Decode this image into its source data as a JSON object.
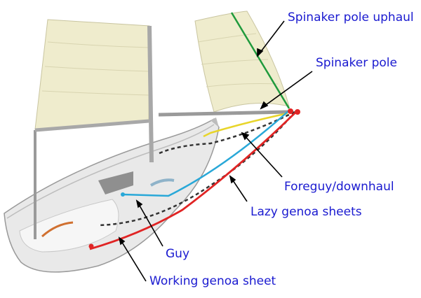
{
  "labels": {
    "uphaul": "Spinaker pole uphaul",
    "pole": "Spinaker pole",
    "foreguy": "Foreguy/downhaul",
    "lazy_sheets": "Lazy genoa sheets",
    "guy": "Guy",
    "working_sheet": "Working genoa sheet"
  },
  "colors": {
    "label_text": "#1a1ad0",
    "uphaul": "#1f9a3c",
    "guy": "#29a8d8",
    "foreguy": "#e8d52a",
    "working_sheet": "#e02424",
    "lazy_sheets": "#333333",
    "sail": "#efeccd",
    "hull": "#e9e9e9"
  }
}
